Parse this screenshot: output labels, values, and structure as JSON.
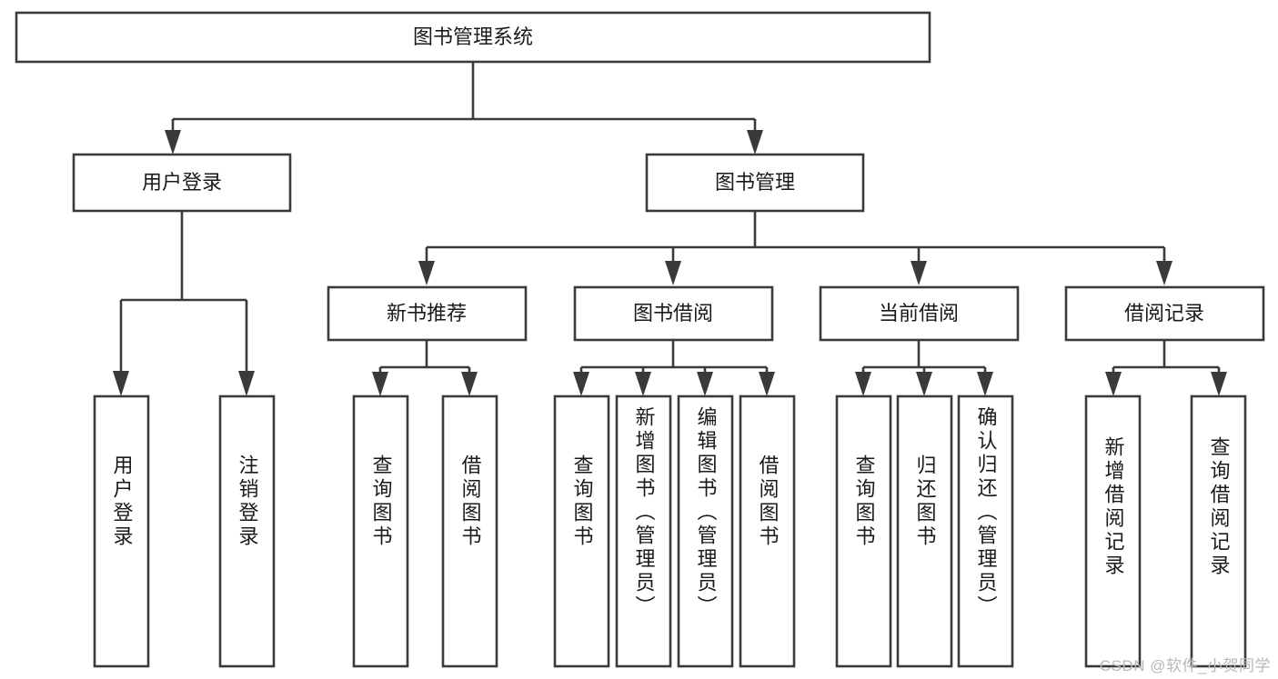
{
  "diagram": {
    "type": "tree-hierarchy",
    "title": "图书管理系统",
    "watermark": "CSDN @软件_小贺同学",
    "colors": {
      "stroke": "#3a3a3a",
      "box_fill": "#ffffff",
      "text": "#1a1a1a",
      "background": "#ffffff",
      "watermark": "#b9b9b9"
    },
    "levels": {
      "root": {
        "label": "图书管理系统"
      },
      "level2": [
        {
          "label": "用户登录"
        },
        {
          "label": "图书管理"
        }
      ],
      "level3": [
        {
          "label": "新书推荐"
        },
        {
          "label": "图书借阅"
        },
        {
          "label": "当前借阅"
        },
        {
          "label": "借阅记录"
        }
      ],
      "leaves": [
        {
          "label": "用户登录",
          "parent": "用户登录"
        },
        {
          "label": "注销登录",
          "parent": "用户登录"
        },
        {
          "label": "查询图书",
          "parent": "新书推荐"
        },
        {
          "label": "借阅图书",
          "parent": "新书推荐"
        },
        {
          "label": "查询图书",
          "parent": "图书借阅"
        },
        {
          "label": "新增图书（管理员）",
          "parent": "图书借阅"
        },
        {
          "label": "编辑图书（管理员）",
          "parent": "图书借阅"
        },
        {
          "label": "借阅图书",
          "parent": "图书借阅"
        },
        {
          "label": "查询图书",
          "parent": "当前借阅"
        },
        {
          "label": "归还图书",
          "parent": "当前借阅"
        },
        {
          "label": "确认归还（管理员）",
          "parent": "当前借阅"
        },
        {
          "label": "新增借阅记录",
          "parent": "借阅记录"
        },
        {
          "label": "查询借阅记录",
          "parent": "借阅记录"
        }
      ]
    }
  }
}
